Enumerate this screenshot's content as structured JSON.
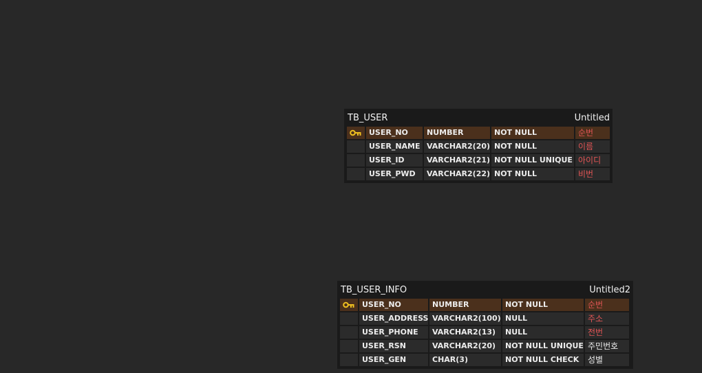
{
  "tables": [
    {
      "name": "TB_USER",
      "label": "Untitled",
      "columns": [
        {
          "pk": true,
          "name": "USER_NO",
          "type": "NUMBER",
          "constraint": "NOT NULL",
          "comment": "순번",
          "comment_red": true
        },
        {
          "pk": false,
          "name": "USER_NAME",
          "type": "VARCHAR2(20)",
          "constraint": "NOT NULL",
          "comment": "이름",
          "comment_red": true
        },
        {
          "pk": false,
          "name": "USER_ID",
          "type": "VARCHAR2(21)",
          "constraint": "NOT NULL UNIQUE",
          "comment": "아이디",
          "comment_red": true
        },
        {
          "pk": false,
          "name": "USER_PWD",
          "type": "VARCHAR2(22)",
          "constraint": "NOT NULL",
          "comment": "비번",
          "comment_red": true
        }
      ]
    },
    {
      "name": "TB_USER_INFO",
      "label": "Untitled2",
      "columns": [
        {
          "pk": true,
          "name": "USER_NO",
          "type": "NUMBER",
          "constraint": "NOT NULL",
          "comment": "순번",
          "comment_red": true
        },
        {
          "pk": false,
          "name": "USER_ADDRESS",
          "type": "VARCHAR2(100)",
          "constraint": "NULL",
          "comment": "주소",
          "comment_red": true
        },
        {
          "pk": false,
          "name": "USER_PHONE",
          "type": "VARCHAR2(13)",
          "constraint": "NULL",
          "comment": "전번",
          "comment_red": true
        },
        {
          "pk": false,
          "name": "USER_RSN",
          "type": "VARCHAR2(20)",
          "constraint": "NOT NULL UNIQUE",
          "comment": "주민번호",
          "comment_red": false
        },
        {
          "pk": false,
          "name": "USER_GEN",
          "type": "CHAR(3)",
          "constraint": "NOT NULL CHECK",
          "comment": "성별",
          "comment_red": false
        }
      ]
    }
  ],
  "icons": {
    "primary_key": "key-icon"
  },
  "colors": {
    "pk_row": "#4b301c",
    "comment_red": "#e25555",
    "key_gold": "#f0c020"
  }
}
